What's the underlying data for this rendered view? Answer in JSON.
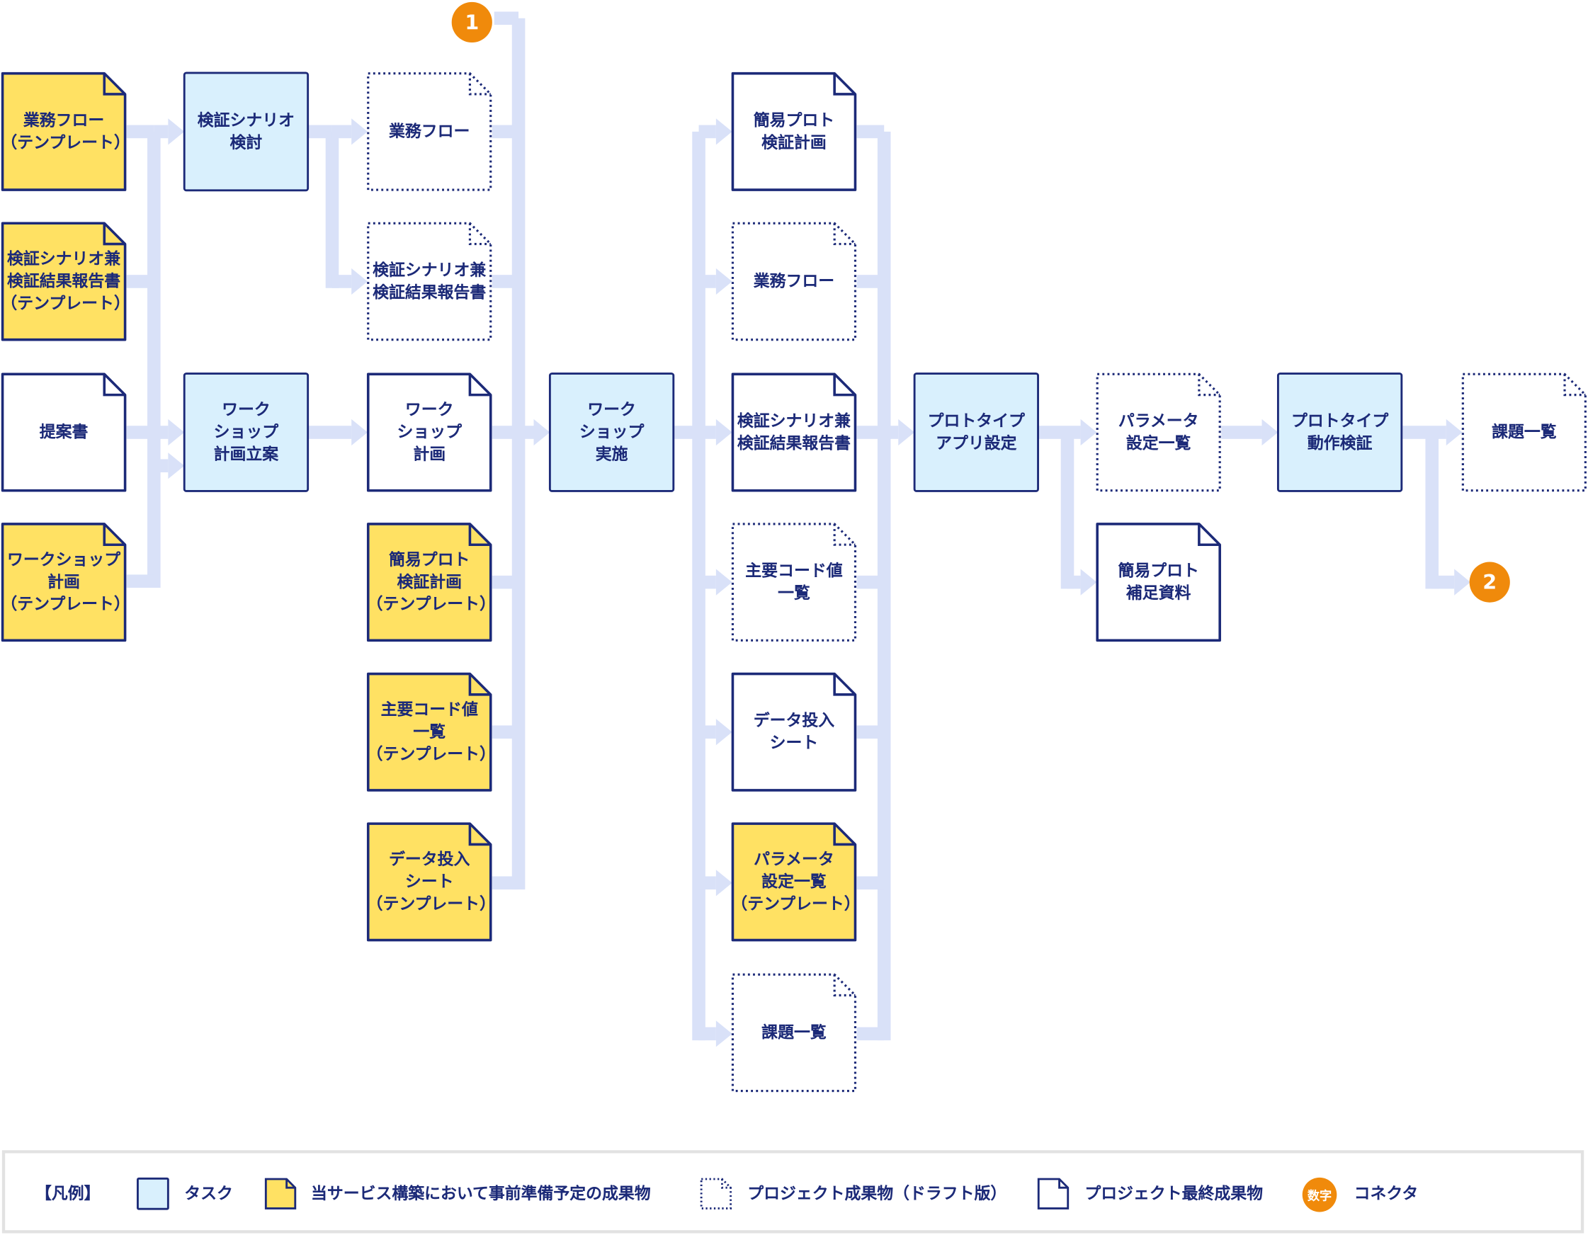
{
  "colors": {
    "navy": "#1c2a78",
    "task_fill": "#d9f0fd",
    "template_fill": "#ffe163",
    "connector": "#f08a0b",
    "flow": "#d9e1f8"
  },
  "nodes": {
    "n_flow_tpl": "業務フロー\n（テンプレート）",
    "n_scen_tpl": "検証シナリオ兼\n検証結果報告書\n（テンプレート）",
    "n_proposal": "提案書",
    "n_ws_tpl": "ワークショップ\n計画\n（テンプレート）",
    "t_scen_study": "検証シナリオ\n検討",
    "t_ws_plan": "ワーク\nショップ\n計画立案",
    "n_flow_d1": "業務フロー",
    "n_scen_d1": "検証シナリオ兼\n検証結果報告書",
    "n_ws_plan": "ワーク\nショップ\n計画",
    "n_proto_tpl": "簡易プロト\n検証計画\n（テンプレート）",
    "n_code_tpl": "主要コード値\n一覧\n（テンプレート）",
    "n_data_tpl": "データ投入\nシート\n（テンプレート）",
    "t_ws_exec": "ワーク\nショップ\n実施",
    "n_proto_plan": "簡易プロト\n検証計画",
    "n_flow_d2": "業務フロー",
    "n_scen_final": "検証シナリオ兼\n検証結果報告書",
    "n_code_d": "主要コード値\n一覧",
    "n_data_final": "データ投入\nシート",
    "n_param_tpl": "パラメータ\n設定一覧\n（テンプレート）",
    "n_issues_d1": "課題一覧",
    "t_proto_setup": "プロトタイプ\nアプリ設定",
    "n_param_d": "パラメータ\n設定一覧",
    "n_proto_supp": "簡易プロト\n補足資料",
    "t_proto_verify": "プロトタイプ\n動作検証",
    "n_issues_d2": "課題一覧"
  },
  "connectors": [
    "1",
    "2"
  ],
  "legend": {
    "title": "【凡例】",
    "task": "タスク",
    "template": "当サービス構築において事前準備予定の成果物",
    "draft": "プロジェクト成果物（ドラフト版）",
    "final": "プロジェクト最終成果物",
    "connector_icon": "数字",
    "connector": "コネクタ"
  }
}
